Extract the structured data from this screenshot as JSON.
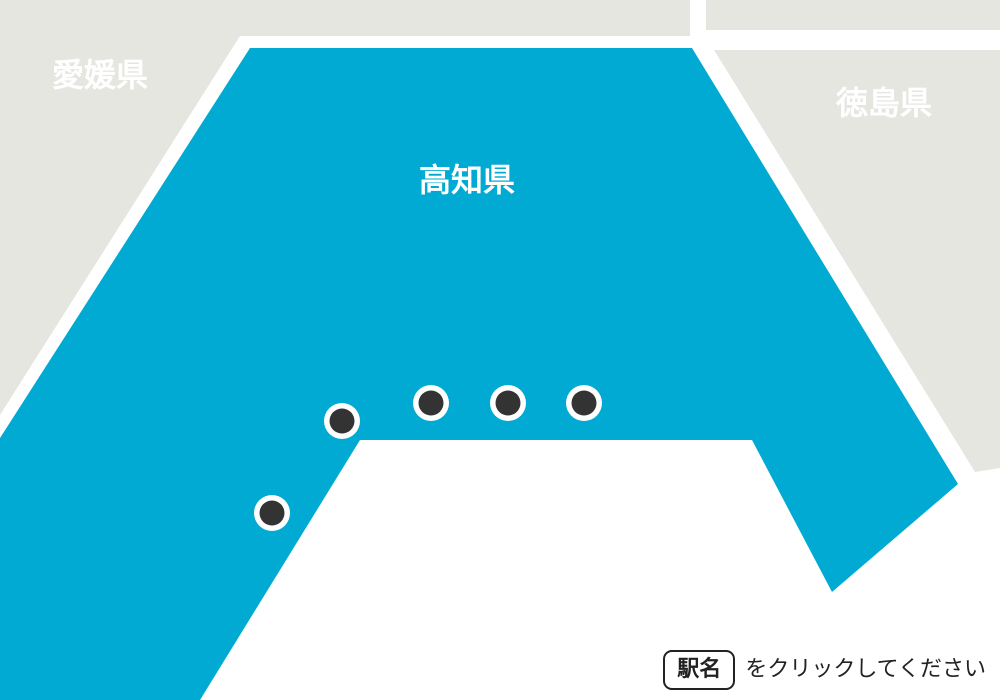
{
  "map": {
    "colors": {
      "neighbor_fill": "#e6e6e1",
      "kochi_fill": "#00aad2",
      "sea_fill": "#ffffff",
      "border": "#ffffff",
      "label_neighbor": "#ffffff",
      "label_kochi": "#ffffff",
      "station_fill": "#333333",
      "station_ring": "#ffffff"
    },
    "prefectures": {
      "ehime": {
        "label": "愛媛県"
      },
      "tokushima": {
        "label": "徳島県"
      },
      "kochi": {
        "label": "高知県"
      }
    },
    "stations": [
      {
        "id": "station-1"
      },
      {
        "id": "station-2"
      },
      {
        "id": "station-3"
      },
      {
        "id": "station-4"
      },
      {
        "id": "station-5"
      },
      {
        "id": "station-6"
      }
    ]
  },
  "instruction": {
    "key_label": "駅名",
    "text": "をクリックしてください"
  }
}
